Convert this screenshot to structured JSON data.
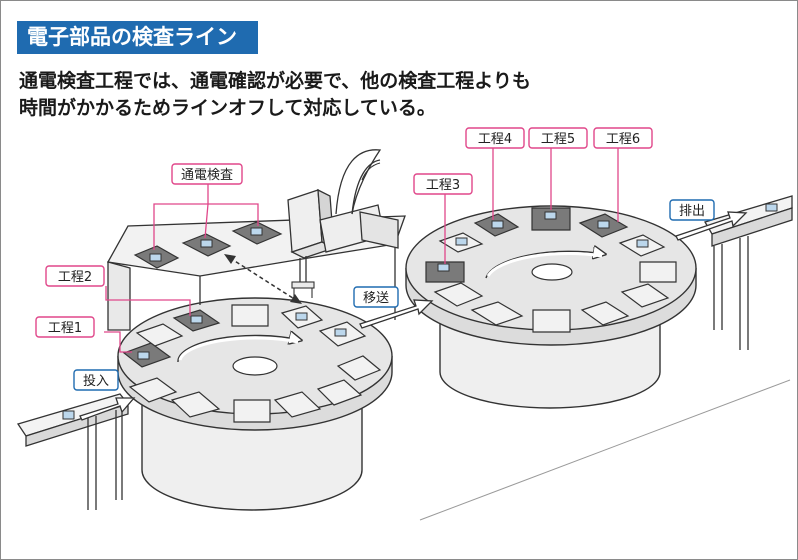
{
  "title": "電子部品の検査ライン",
  "description": {
    "line1": "通電検査工程では、通電確認が必要で、他の検査工程よりも",
    "line2": "時間がかかるためラインオフして対応している。"
  },
  "labels": {
    "tsuden_kensa": "通電検査",
    "koutei1": "工程1",
    "koutei2": "工程2",
    "koutei3": "工程3",
    "koutei4": "工程4",
    "koutei5": "工程5",
    "koutei6": "工程6",
    "tounyuu": "投入",
    "isou": "移送",
    "haishutsu": "排出"
  },
  "colors": {
    "title_bg": "#1f6bb0",
    "label_border": "#e0478a",
    "flow_arrow": "#ffffff",
    "chip": "#bcd7ec",
    "dark_tray": "#7a7a7a"
  }
}
